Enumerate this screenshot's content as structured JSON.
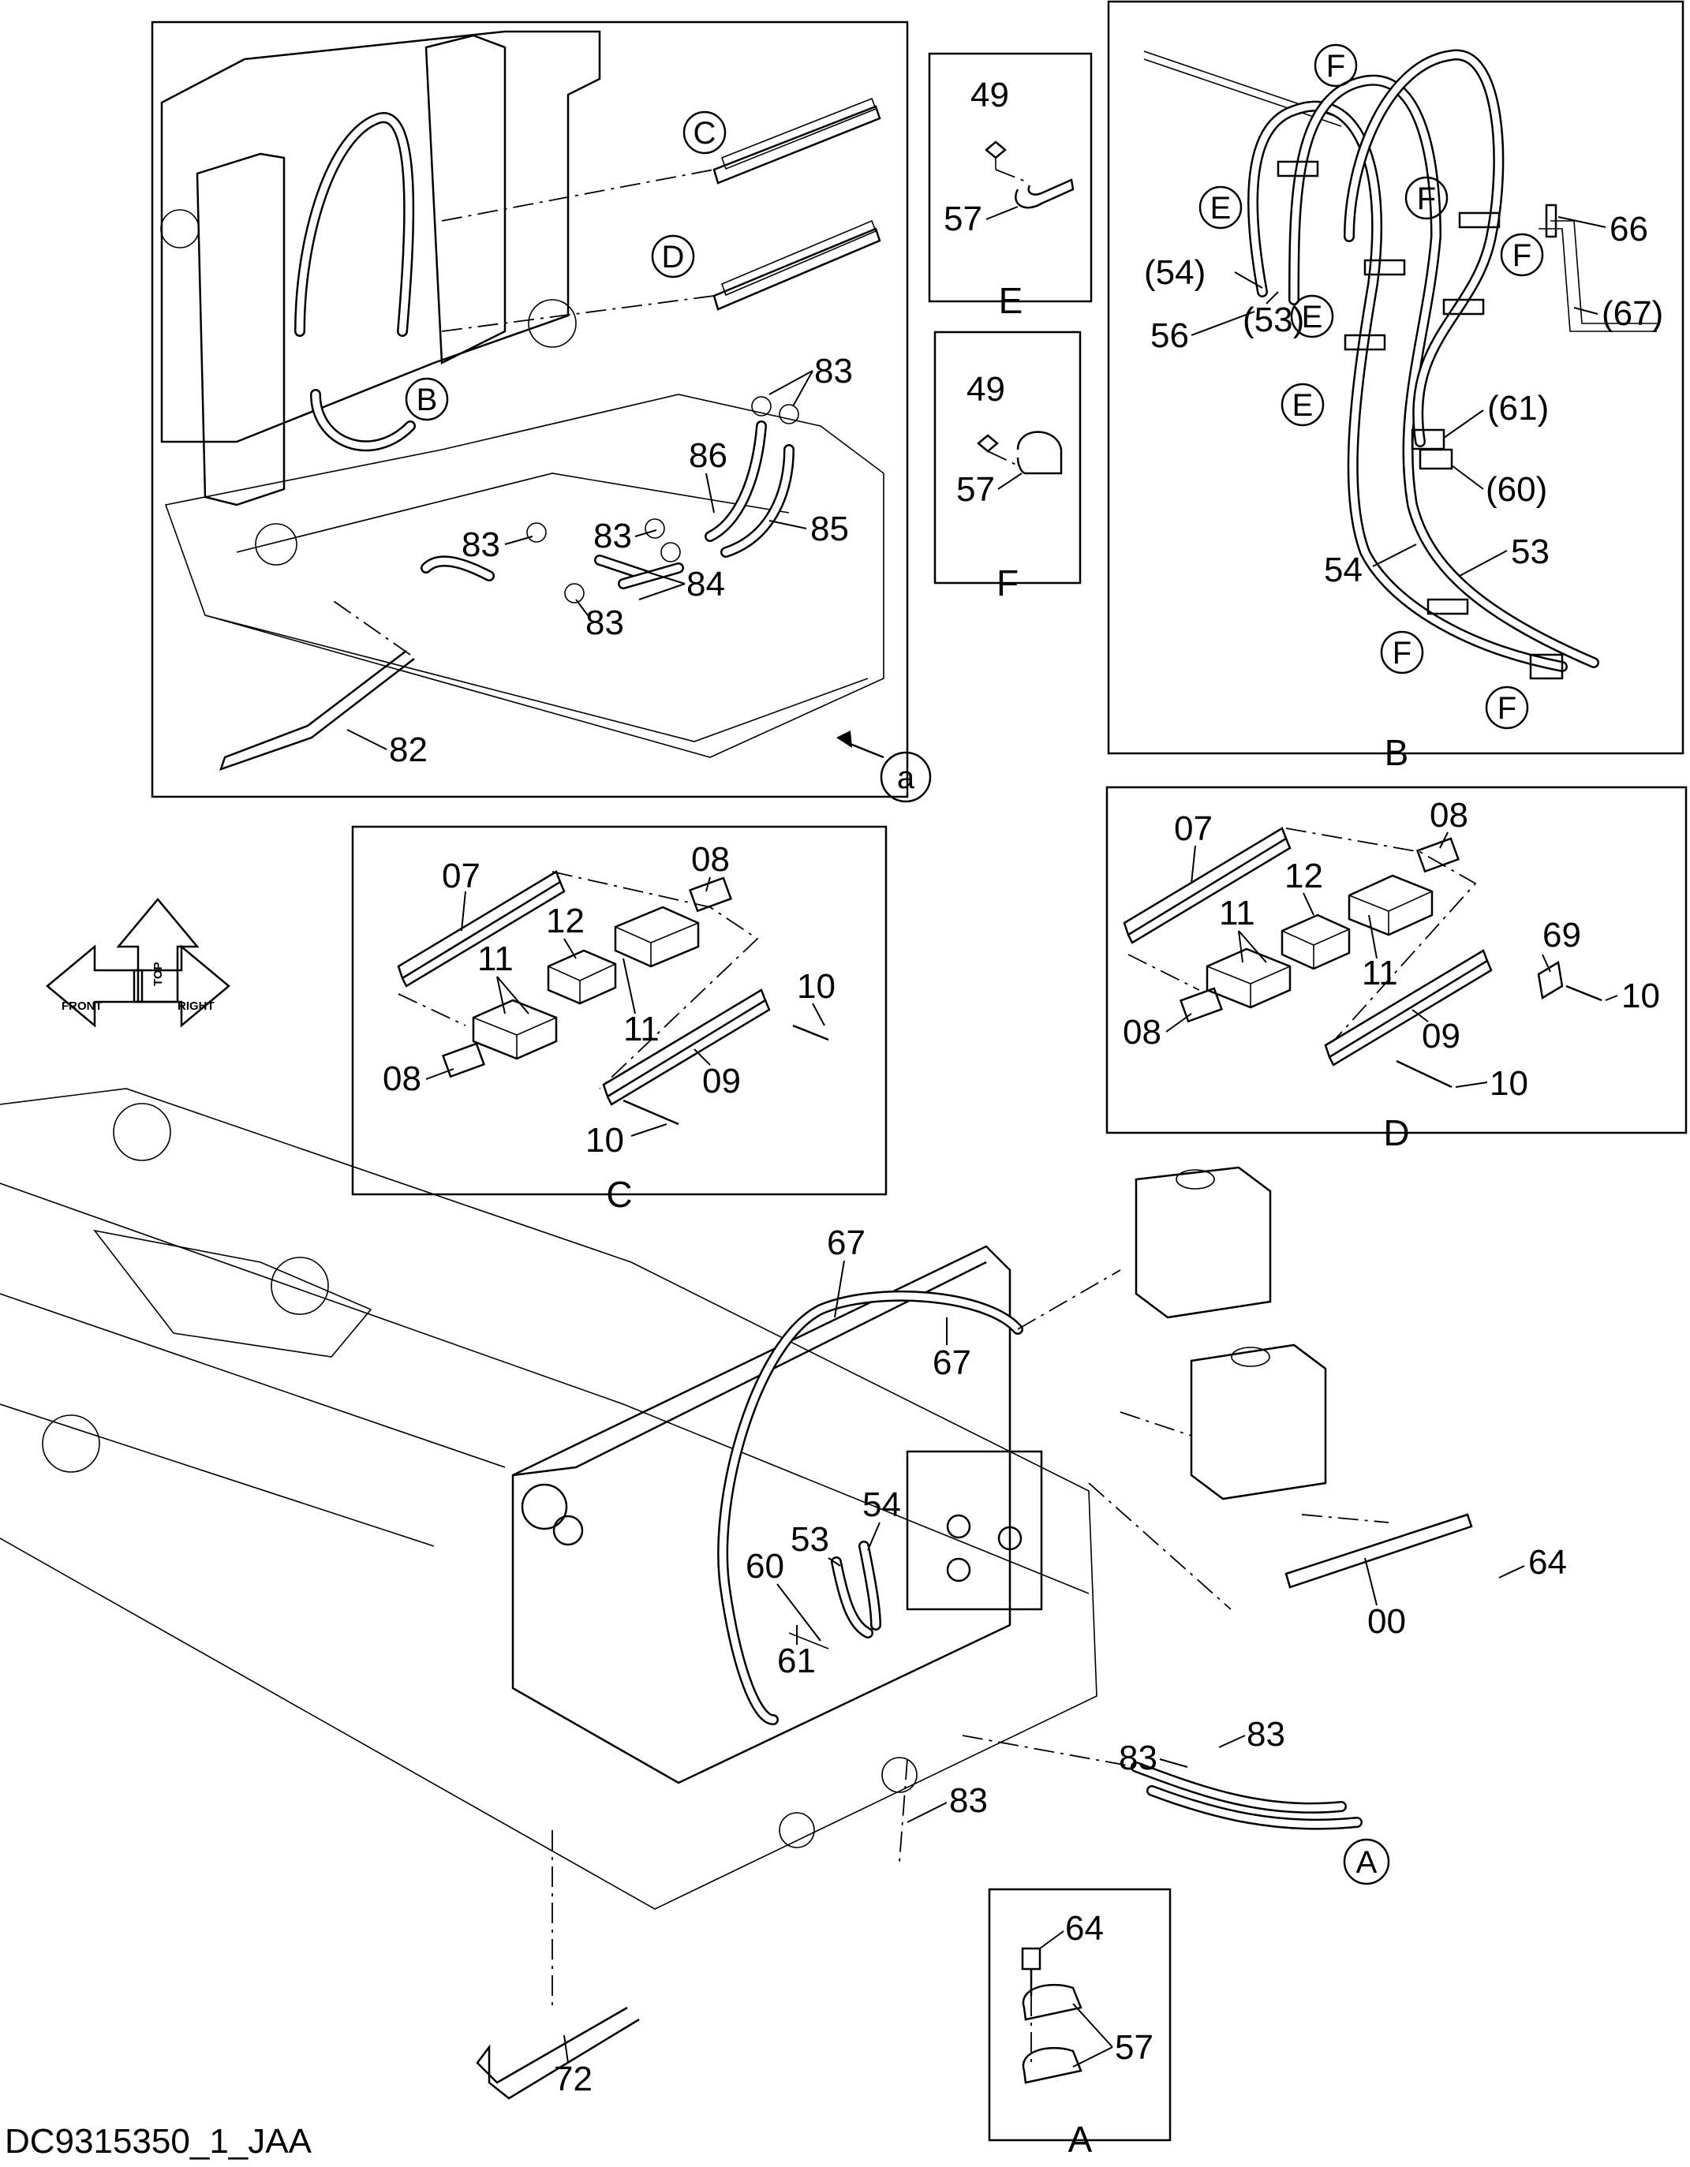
{
  "document_code": "DC9315350_1_JAA",
  "boxes": {
    "B": "B",
    "C": "C",
    "D": "D",
    "E": "E",
    "F": "F",
    "A": "A"
  },
  "reference_circles": [
    "a",
    "B",
    "C",
    "D",
    "E",
    "F",
    "A"
  ],
  "direction_indicator": {
    "front": "FRONT",
    "top": "TOP",
    "right": "RIGHT"
  },
  "callouts": {
    "box_top_left": [
      "83",
      "83",
      "86",
      "85",
      "83",
      "83",
      "84",
      "83",
      "82"
    ],
    "box_e": [
      "49",
      "57"
    ],
    "box_f": [
      "49",
      "57"
    ],
    "box_b": [
      "66",
      "(67)",
      "(54)",
      "56",
      "(53)",
      "(61)",
      "(60)",
      "54",
      "53"
    ],
    "box_c": [
      "07",
      "08",
      "12",
      "11",
      "11",
      "10",
      "08",
      "09",
      "10"
    ],
    "box_d": [
      "07",
      "08",
      "12",
      "11",
      "11",
      "69",
      "10",
      "08",
      "09",
      "10"
    ],
    "box_a": [
      "64",
      "57"
    ],
    "main": [
      "67",
      "67",
      "54",
      "53",
      "60",
      "61",
      "64",
      "00",
      "83",
      "83",
      "83",
      "72"
    ]
  }
}
